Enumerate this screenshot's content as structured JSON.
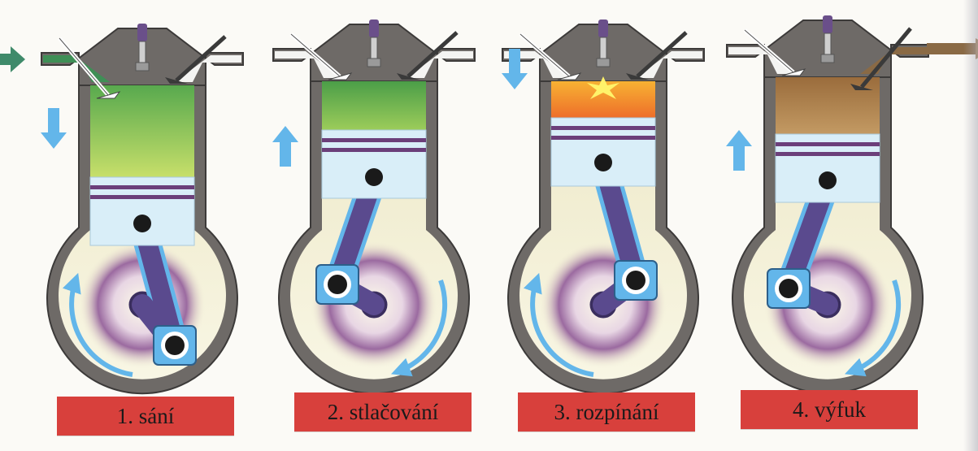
{
  "stages": [
    {
      "number": "1.",
      "name": "sání",
      "label": "1. sání"
    },
    {
      "number": "2.",
      "name": "stlačování",
      "label": "2. stlačování"
    },
    {
      "number": "3.",
      "name": "rozpínání",
      "label": "3. rozpínání"
    },
    {
      "number": "4.",
      "name": "výfuk",
      "label": "4. výfuk"
    }
  ],
  "colors": {
    "label_background": "#d8403c",
    "engine_wall": "#6e6a67",
    "engine_wall_dark": "#3c3a39",
    "crankcase_fill": "#f3f0d6",
    "fresh_mixture": "#7fc35a",
    "compressed_mixture": "#5fae4a",
    "combustion": "#f39a2a",
    "exhaust_gas": "#a57a45",
    "piston": "#d9eef8",
    "piston_rings": "#6b3f7a",
    "connecting_rod": "#5a4a8e",
    "motion_arrows": "#63b6ea",
    "intake_arrow": "#3f8a6a",
    "exhaust_arrow": "#a37d52"
  },
  "icons": {
    "intake_flow": "right-arrow-icon",
    "exhaust_flow": "right-arrow-icon",
    "piston_down": "down-arrow-icon",
    "piston_up": "up-arrow-icon",
    "crank_rotation": "curved-arrow-icon",
    "spark": "spark-icon"
  }
}
